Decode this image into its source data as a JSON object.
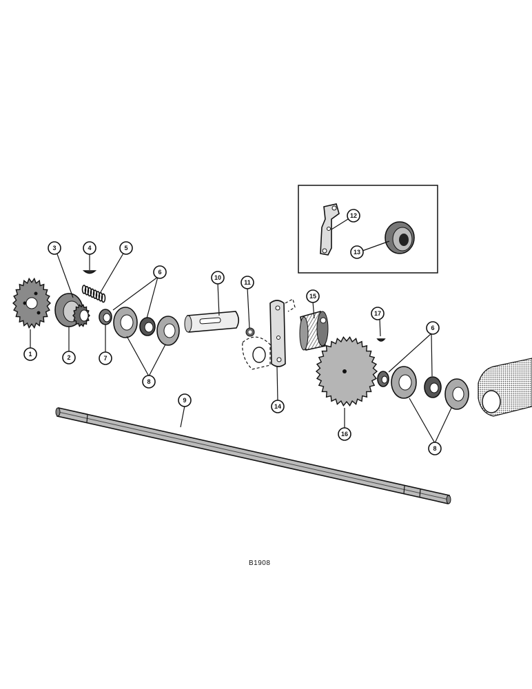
{
  "figure_code": "B1908",
  "callouts": [
    "1",
    "2",
    "3",
    "4",
    "5",
    "6",
    "7",
    "8",
    "9",
    "10",
    "11",
    "12",
    "13",
    "14",
    "15",
    "16",
    "17",
    "6",
    "8"
  ]
}
